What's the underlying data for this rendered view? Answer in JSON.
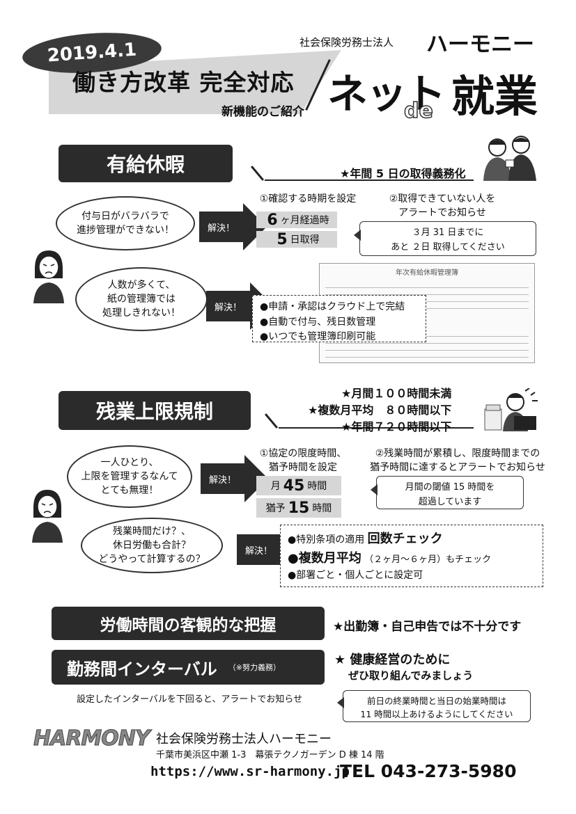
{
  "header": {
    "date": "2019.4.1",
    "title": "働き方改革 完全対応",
    "subtitle": "新機能のご紹介",
    "corp_prefix": "社会保険労務士法人",
    "corp_name": "ハーモニー",
    "brand_net": "ネット",
    "brand_de": "de",
    "brand_shugyo": "就業"
  },
  "paid_leave": {
    "title": "有給休暇",
    "star_note": "★年間 5 日の取得義務化",
    "problem1": "付与日がバラバラで\n進捗管理ができない！",
    "problem2": "人数が多くて、\n紙の管理簿では\n処理しきれない！",
    "solve": "解決！",
    "step1": "①確認する時期を設定",
    "step2": "②取得できていない人を\nアラートでお知らせ",
    "bar1_num": "6",
    "bar1_text": "ヶ月経過時",
    "bar2_num": "5",
    "bar2_text": "日取得",
    "alert": "３月 31 日までに\nあと ２日 取得してください",
    "features": [
      "●申請・承認はクラウド上で完結",
      "●自動で付与、残日数管理",
      "●いつでも管理簿印刷可能"
    ],
    "ledger_title": "年次有給休暇管理簿"
  },
  "overtime": {
    "title": "残業上限規制",
    "stars": [
      "★月間１００時間未満",
      "★複数月平均　８０時間以下",
      "★年間７２０時間以下"
    ],
    "problem1": "一人ひとり、\n上限を管理するなんて\nとても無理！",
    "problem2": "残業時間だけ？、\n休日労働も合計？\nどうやって計算するの？",
    "solve": "解決！",
    "step1": "①協定の限度時間、\n猶予時間を設定",
    "step2": "②残業時間が累積し、限度時間までの\n猶予時間に達するとアラートでお知らせ",
    "bar1_pre": "月",
    "bar1_num": "45",
    "bar1_text": "時間",
    "bar2_pre": "猶予",
    "bar2_num": "15",
    "bar2_text": "時間",
    "alert": "月間の閾値 15 時間を\n超過しています",
    "feature1_pre": "●特別条項の適用",
    "feature1_big": "回数チェック",
    "feature2_big": "●複数月平均",
    "feature2_post": "（２ヶ月〜６ヶ月）もチェック",
    "feature3": "●部署ごと・個人ごとに設定可"
  },
  "objective": {
    "title": "労働時間の客観的な把握",
    "note": "★出勤簿・自己申告では不十分です"
  },
  "interval": {
    "title": "勤務間インターバル",
    "title_note": "（※努力義務）",
    "note1": "★ 健康経営のために",
    "note2": "ぜひ取り組んでみましょう",
    "desc": "設定したインターバルを下回ると、アラートでお知らせ",
    "alert": "前日の終業時間と当日の始業時間は\n11 時間以上あけるようにしてください"
  },
  "footer": {
    "logo": "HARMONY",
    "corp": "社会保険労務士法人ハーモニー",
    "address": "千葉市美浜区中瀬 1-3　幕張テクノガーデン D 棟 14 階",
    "url": "https://www.sr-harmony.jp",
    "tel": "TEL 043-273-5980"
  }
}
